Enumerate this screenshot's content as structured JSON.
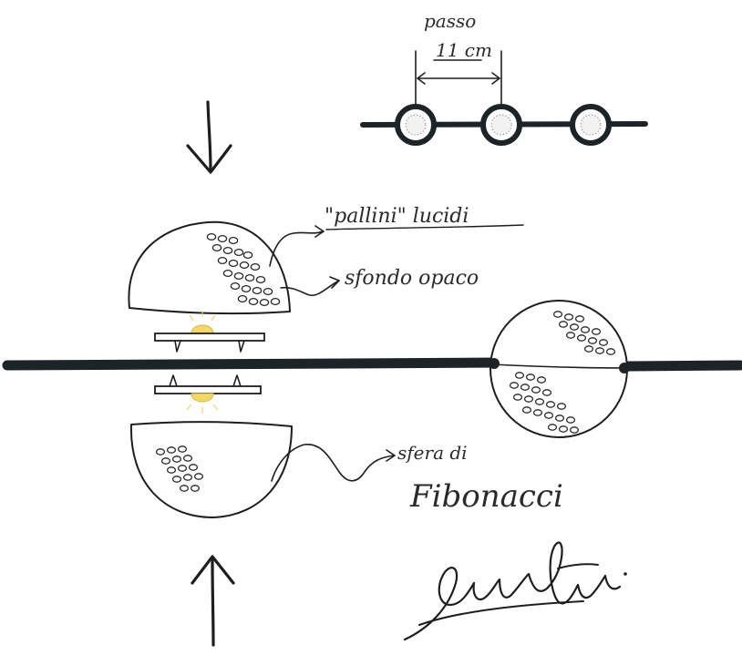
{
  "labels": {
    "pitch_word": "passo",
    "pitch_value": "11 cm",
    "glossy_dots": "\"pallini\" lucidi",
    "matte_background": "sfondo opaco",
    "sphere_line1": "sfera di",
    "sphere_line2": "Fibonacci"
  },
  "signature": "Luciano Fabro"
}
